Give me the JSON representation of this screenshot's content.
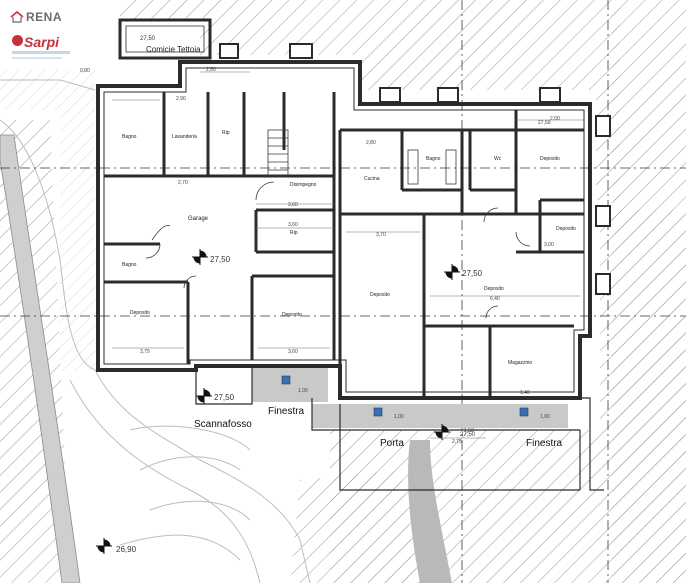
{
  "logo": {
    "brand_top": "RENA",
    "brand_bottom": "Sarpi",
    "brand_color": "#c7313c",
    "brand_grey": "#6b6b6b"
  },
  "colors": {
    "wall": "#2b2b2b",
    "line": "#3a3a3a",
    "hatch": "#9a9a9a",
    "highlight": "#c9c9c9",
    "blue_mark": "#3a6fb0"
  },
  "labels": {
    "cornice": "Comicie Tettoia",
    "scannafosso": "Scannafosso",
    "finestra_left": "Finestra",
    "porta": "Porta",
    "finestra_right": "Finestra",
    "garage": "Garage",
    "deposito_central": "Deposito",
    "magazzino": "Magazzino",
    "disimpegno": "Disimpegno",
    "bagno": "Bagno",
    "wc": "Wc",
    "cucina": "Cucina",
    "deposito": "Deposito",
    "deposito_right": "Deposito",
    "deposito_right2": "Deposito",
    "deposito_bl": "Deposito",
    "deposito_bm": "Deposito",
    "lavanderia": "Lavanderia",
    "ripostiglio": "Rip",
    "rip2": "Rip"
  },
  "elevations": {
    "e1": "27,50",
    "e2": "27,50",
    "e3": "27,50",
    "e4": "26,90",
    "e5": "27,50",
    "e6": "27,50",
    "e7": "27,50"
  },
  "dimensions": {
    "d_2_50": "2,50",
    "d_3_60a": "3,60",
    "d_3_60b": "3,60",
    "d_3_70": "3,70",
    "d_3_75": "3,75",
    "d_3_60c": "3,60",
    "d_6_40": "6,40",
    "d_3_00": "3,00",
    "d_2_00": "2,00",
    "d_1_00a": "1,00",
    "d_1_00b": "1,00",
    "d_1_00c": "1,00",
    "d_2_75": "2,75",
    "d_1_50": "1,50",
    "d_2_80": "2,80",
    "d_2_90": "2,90",
    "d_0_80": "0,80",
    "d_2_70": "2,70",
    "d_1_40": "1,40"
  }
}
